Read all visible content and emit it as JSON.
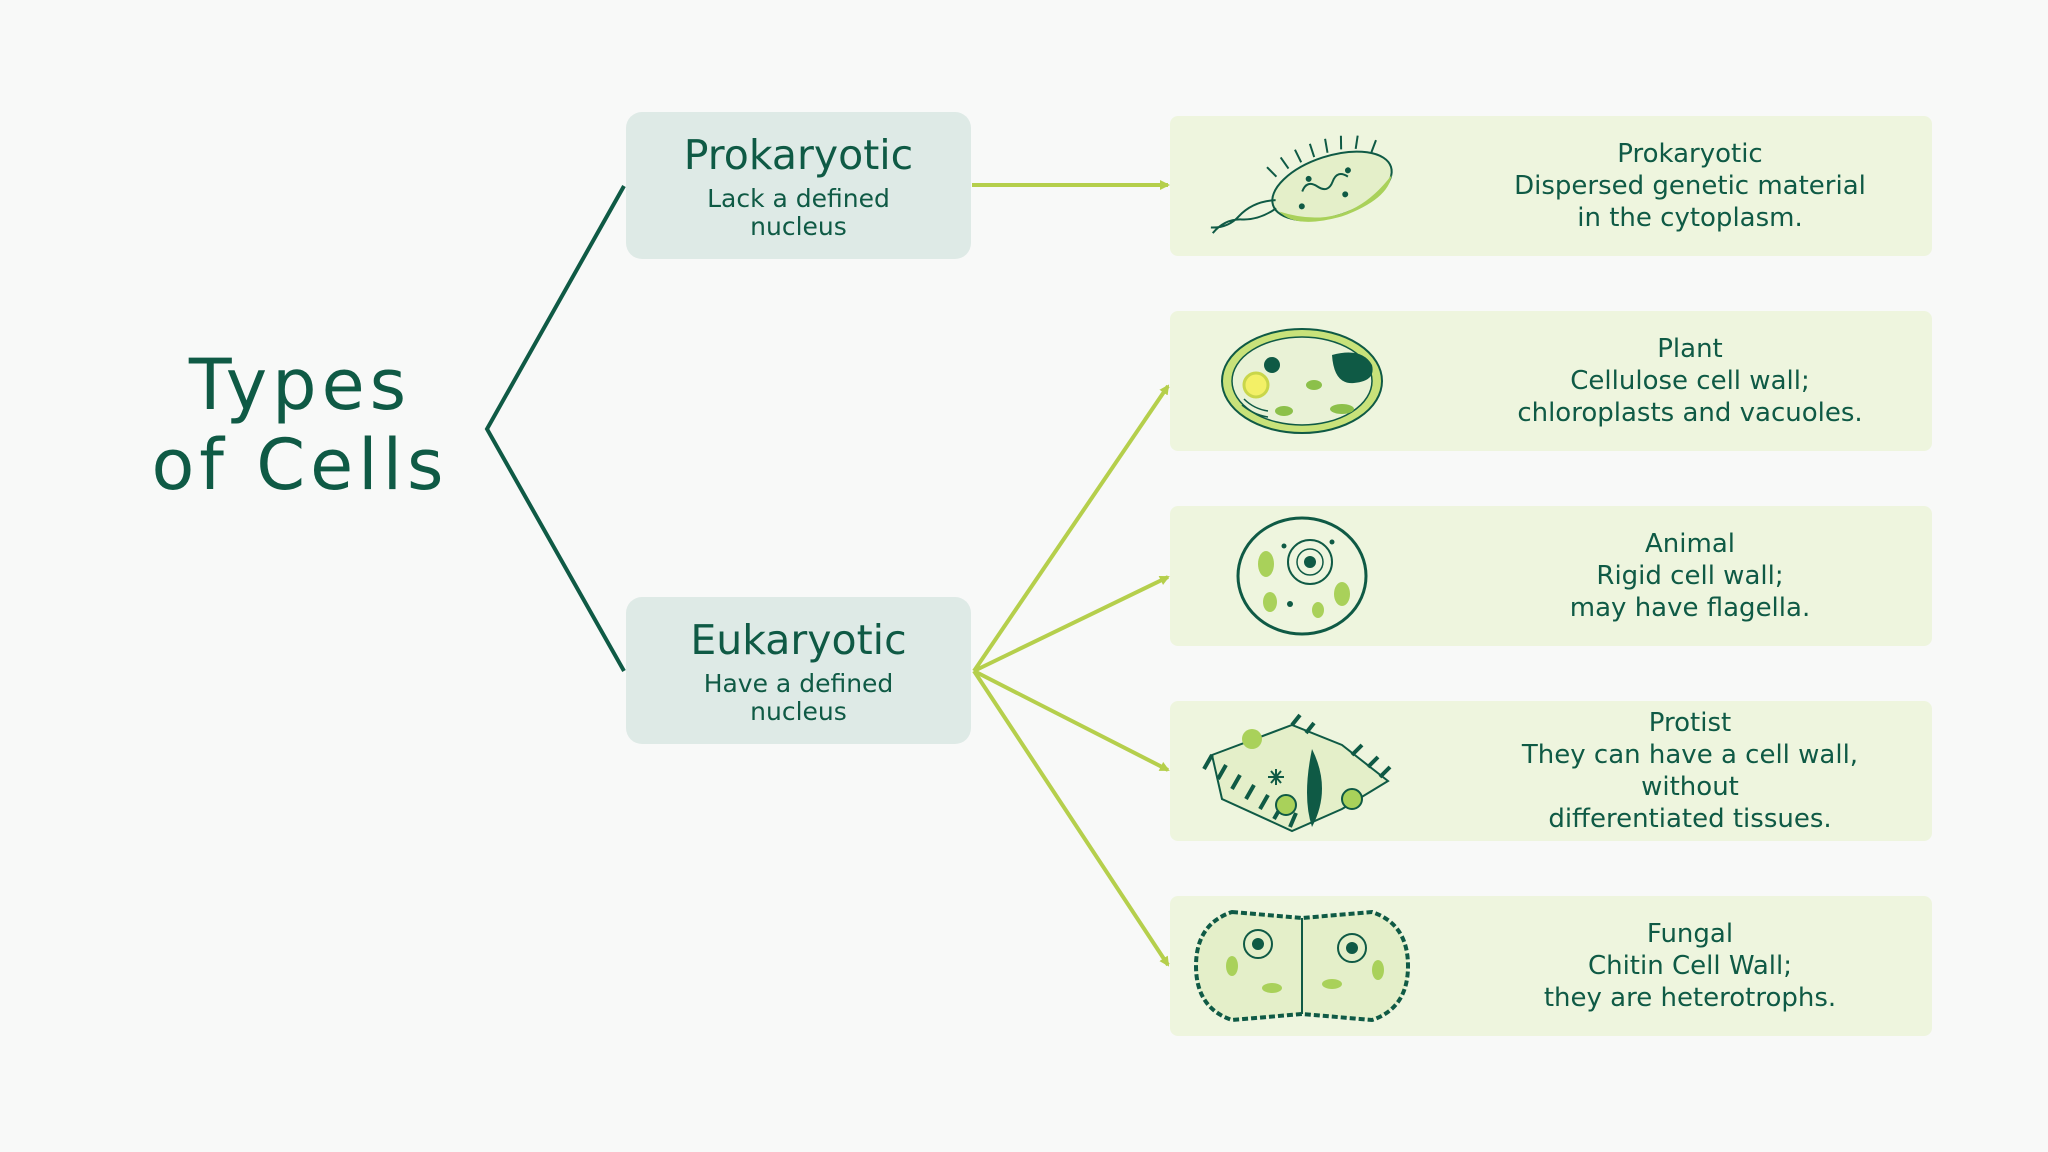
{
  "title": {
    "line1": "Types",
    "line2": "of Cells"
  },
  "categories": [
    {
      "title": "Prokaryotic",
      "description": "Lack a defined nucleus"
    },
    {
      "title": "Eukaryotic",
      "description": "Have a defined nucleus"
    }
  ],
  "cells": [
    {
      "name": "Prokaryotic",
      "line1": "Dispersed genetic material",
      "line2": "in the cytoplasm.",
      "icon": "bacterium-icon"
    },
    {
      "name": "Plant",
      "line1": "Cellulose cell wall;",
      "line2": "chloroplasts and vacuoles.",
      "icon": "plant-cell-icon"
    },
    {
      "name": "Animal",
      "line1": "Rigid cell wall;",
      "line2": "may have flagella.",
      "icon": "animal-cell-icon"
    },
    {
      "name": "Protist",
      "line1": "They can have a cell wall, without",
      "line2": "differentiated tissues.",
      "icon": "protist-icon"
    },
    {
      "name": "Fungal",
      "line1": "Chitin Cell Wall;",
      "line2": "they are heterotrophs.",
      "icon": "fungal-cell-icon"
    }
  ],
  "colors": {
    "dark_green": "#0f5a45",
    "lime": "#b5cf4c",
    "card_bg": "#eef5de",
    "category_bg": "#deeae6",
    "page_bg": "#f8f9f8"
  }
}
